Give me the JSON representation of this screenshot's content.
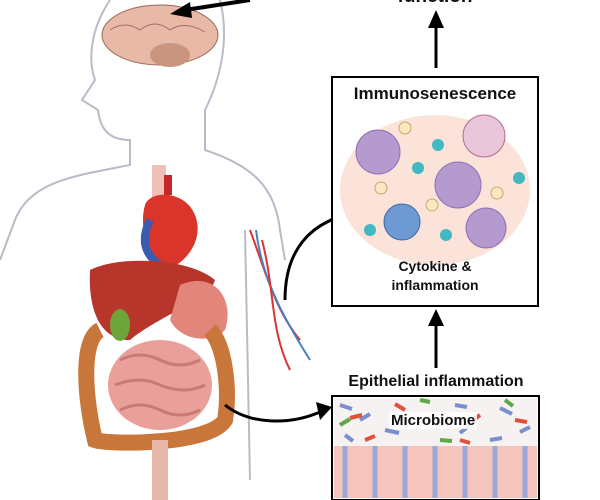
{
  "top_label": "function",
  "box": {
    "title": "Immunosenescence",
    "caption_line1": "Cytokine &",
    "caption_line2": "inflammation"
  },
  "epithelial": {
    "title": "Epithelial inflammation",
    "microbiome": "Microbiome"
  }
}
